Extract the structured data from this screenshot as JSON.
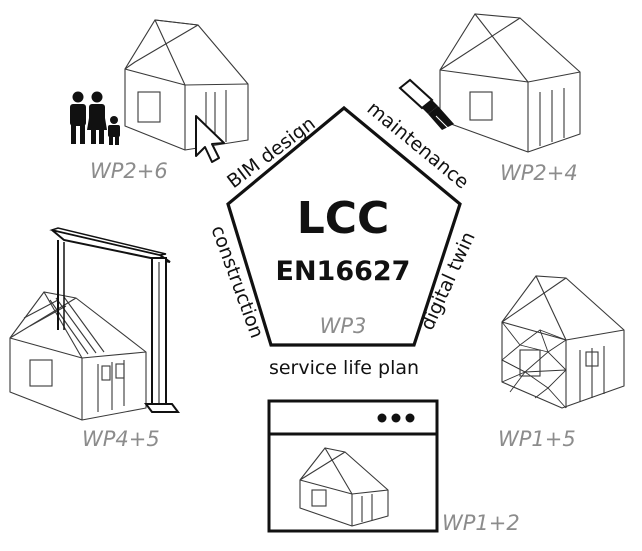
{
  "center": {
    "title": "LCC",
    "standard": "EN16627",
    "wp": "WP3"
  },
  "pentagon_edges": {
    "top_left": "BIM design",
    "top_right": "maintenance",
    "right": "digital twin",
    "bottom": "service life plan",
    "left": "construction"
  },
  "work_packages": {
    "design": "WP2+6",
    "maintenance": "WP2+4",
    "digital_twin": "WP1+5",
    "service_life": "WP1+2",
    "construction": "WP4+5"
  },
  "icons": {
    "family": "family-icon",
    "cursor": "cursor-arrow-icon",
    "brush": "paint-brush-icon",
    "browser": "browser-window-icon",
    "crane": "gantry-crane-icon"
  },
  "colors": {
    "wp_label": "#8c8c8c",
    "text": "#111111",
    "outline": "#3a3a3a"
  }
}
